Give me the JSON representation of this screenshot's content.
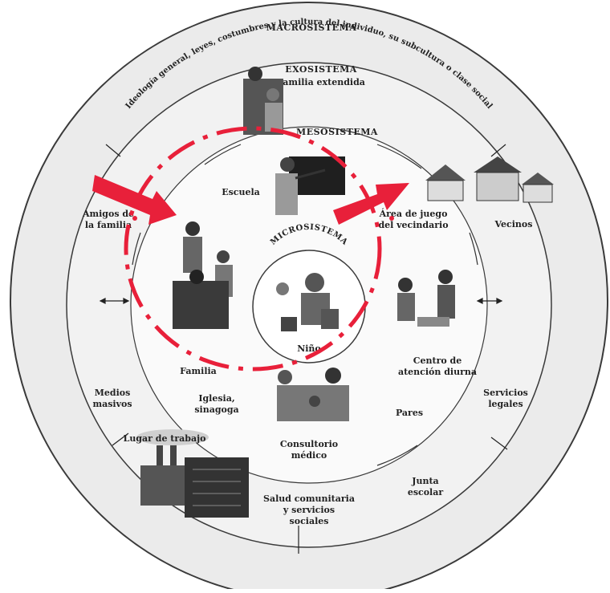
{
  "levels": {
    "macro": {
      "title": "MACROSISTEMA",
      "description": "Ideología general, leyes, costumbres y la cultura del individuo, su subcultura o clase social"
    },
    "exo": {
      "title": "EXOSISTEMA",
      "subtitle": "Familia extendida"
    },
    "meso": {
      "title": "MESOSISTEMA"
    },
    "micro": {
      "title": "MICROSISTEMA",
      "child": "Niño"
    }
  },
  "micro_settings": {
    "school": "Escuela",
    "family": "Familia",
    "church_1": "Iglesia,",
    "church_2": "sinagoga",
    "doctor_1": "Consultorio",
    "doctor_2": "médico",
    "peers": "Pares",
    "daycare_1": "Centro de",
    "daycare_2": "atención diurna",
    "playground_1": "Área de juego",
    "playground_2": "del vecindario"
  },
  "exo_settings": {
    "friends_1": "Amigos de",
    "friends_2": "la familia",
    "neighbors": "Vecinos",
    "media_1": "Medios",
    "media_2": "masivos",
    "workplace": "Lugar de trabajo",
    "legal_1": "Servicios",
    "legal_2": "legales",
    "board_1": "Junta",
    "board_2": "escolar",
    "health_1": "Salud comunitaria",
    "health_2": "y servicios",
    "health_3": "sociales"
  },
  "colors": {
    "ring_fill": "#ebebeb",
    "ring_stroke": "#3a3a3a",
    "overlay_red": "#e8203a",
    "ink": "#222222"
  }
}
